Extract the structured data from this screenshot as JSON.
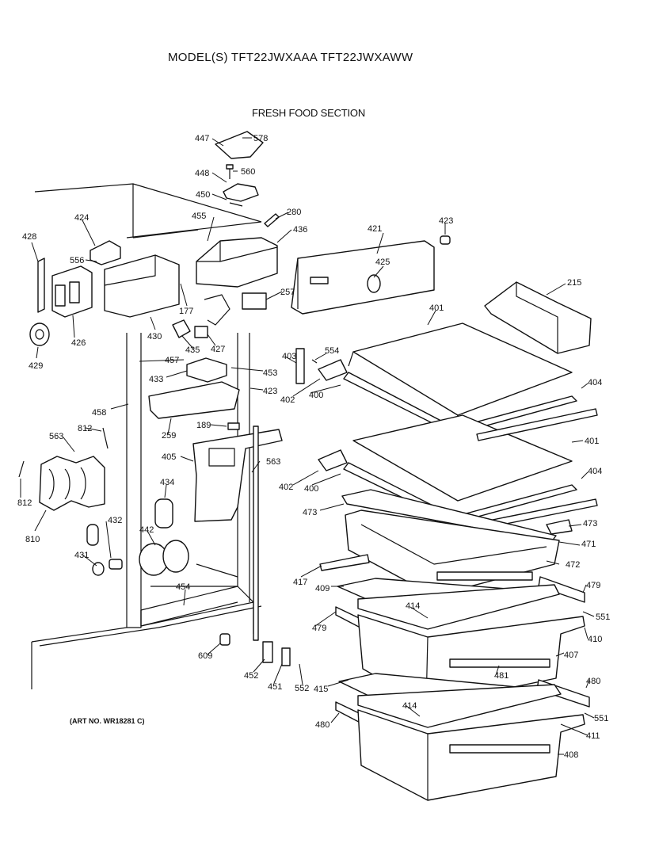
{
  "header": {
    "model_line": "MODEL(S) TFT22JWXAAA  TFT22JWXAWW",
    "section_title": "FRESH FOOD SECTION",
    "art_no": "(ART NO. WR18281 C)"
  },
  "callouts": [
    "578",
    "447",
    "560",
    "448",
    "450",
    "280",
    "455",
    "436",
    "424",
    "428",
    "556",
    "421",
    "423",
    "425",
    "257",
    "215",
    "401",
    "426",
    "430",
    "177",
    "435",
    "427",
    "429",
    "403",
    "554",
    "457",
    "453",
    "433",
    "423",
    "402",
    "400",
    "404",
    "458",
    "812",
    "563",
    "259",
    "189",
    "405",
    "563",
    "401",
    "402",
    "400",
    "404",
    "434",
    "812",
    "810",
    "432",
    "442",
    "473",
    "473",
    "471",
    "431",
    "417",
    "472",
    "409",
    "479",
    "454",
    "414",
    "551",
    "479",
    "410",
    "609",
    "452",
    "451",
    "552",
    "415",
    "407",
    "481",
    "480",
    "414",
    "480",
    "551",
    "411",
    "408"
  ]
}
